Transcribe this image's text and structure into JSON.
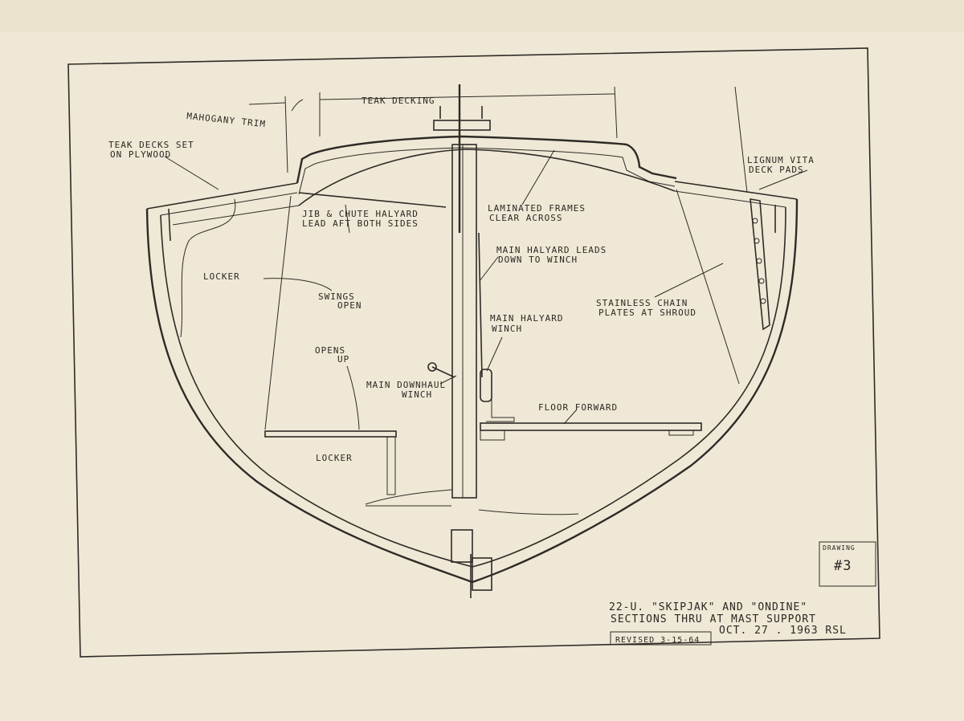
{
  "drawing": {
    "labels": {
      "mahogany_trim": "MAHOGANY TRIM",
      "teak_decking": "TEAK DECKING",
      "teak_decks_line1": "TEAK DECKS SET",
      "teak_decks_line2": "ON PLYWOOD",
      "lignum_line1": "LIGNUM VITA",
      "lignum_line2": "DECK PADS",
      "jib_line1": "JIB & CHUTE HALYARD",
      "jib_line2": "LEAD AFT BOTH SIDES",
      "frames_line1": "LAMINATED FRAMES",
      "frames_line2": "CLEAR ACROSS",
      "main_leads_line1": "MAIN HALYARD LEADS",
      "main_leads_line2": "DOWN TO WINCH",
      "locker_upper": "LOCKER",
      "swings_line1": "SWINGS",
      "swings_line2": "OPEN",
      "chain_line1": "STAINLESS CHAIN",
      "chain_line2": "PLATES AT SHROUD",
      "main_winch_line1": "MAIN HALYARD",
      "main_winch_line2": "WINCH",
      "opens_line1": "OPENS",
      "opens_line2": "UP",
      "downhaul_line1": "MAIN DOWNHAUL",
      "downhaul_line2": "WINCH",
      "floor_forward": "FLOOR  FORWARD",
      "locker_lower": "LOCKER"
    },
    "title_block": {
      "drawing_label": "DRAWING",
      "drawing_number": "#3",
      "line1": "22-U.  \"SKIPJAK\"  AND  \"ONDINE\"",
      "line2": "SECTIONS THRU AT MAST SUPPORT",
      "line3": "OCT. 27 . 1963   RSL",
      "revised": "REVISED  3-15-64"
    }
  }
}
